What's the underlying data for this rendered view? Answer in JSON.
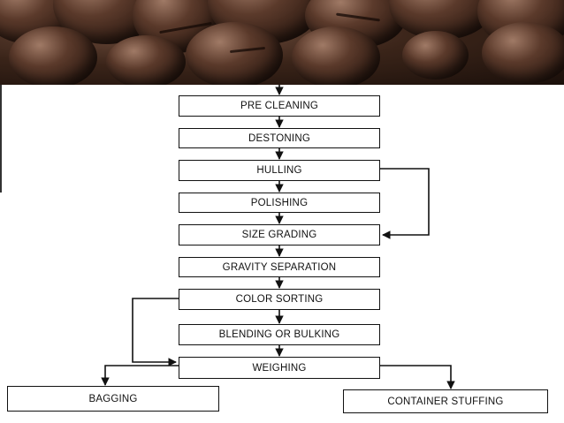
{
  "diagram": {
    "steps": [
      "PRE CLEANING",
      "DESTONING",
      "HULLING",
      "POLISHING",
      "SIZE GRADING",
      "GRAVITY SEPARATION",
      "COLOR SORTING",
      "BLENDING OR BULKING",
      "WEIGHING"
    ],
    "outputs": {
      "left": "BAGGING",
      "right": "CONTAINER STUFFING"
    }
  },
  "colors": {
    "stroke": "#111111",
    "background": "#ffffff"
  }
}
